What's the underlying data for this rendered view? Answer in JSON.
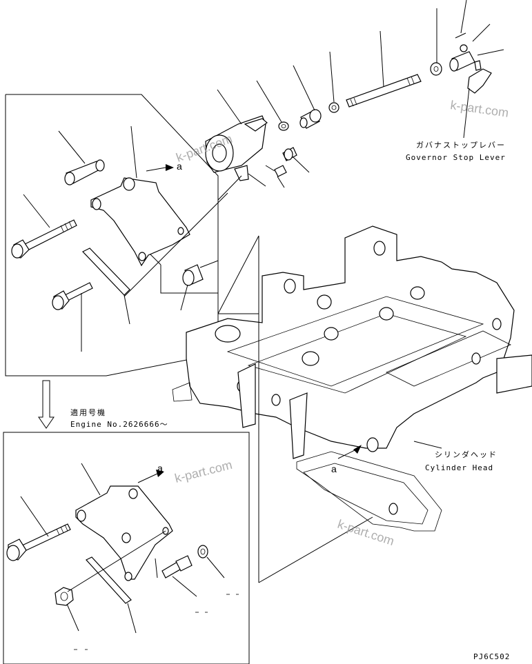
{
  "labels": {
    "governor_stop_lever_jp": "ガバナストップレバー",
    "governor_stop_lever_en": "Governor Stop Lever",
    "cylinder_head_jp": "シリンダヘッド",
    "cylinder_head_en": "Cylinder Head",
    "applicable_machine_jp": "適用号機",
    "engine_serial": "Engine No.2626666～",
    "drawing_code": "PJ6C502"
  },
  "markers": {
    "a_detail_top": "a",
    "a_detail_bottom": "a",
    "a_cylinder_head": "a"
  },
  "watermarks": {
    "text": "k-part.com"
  }
}
